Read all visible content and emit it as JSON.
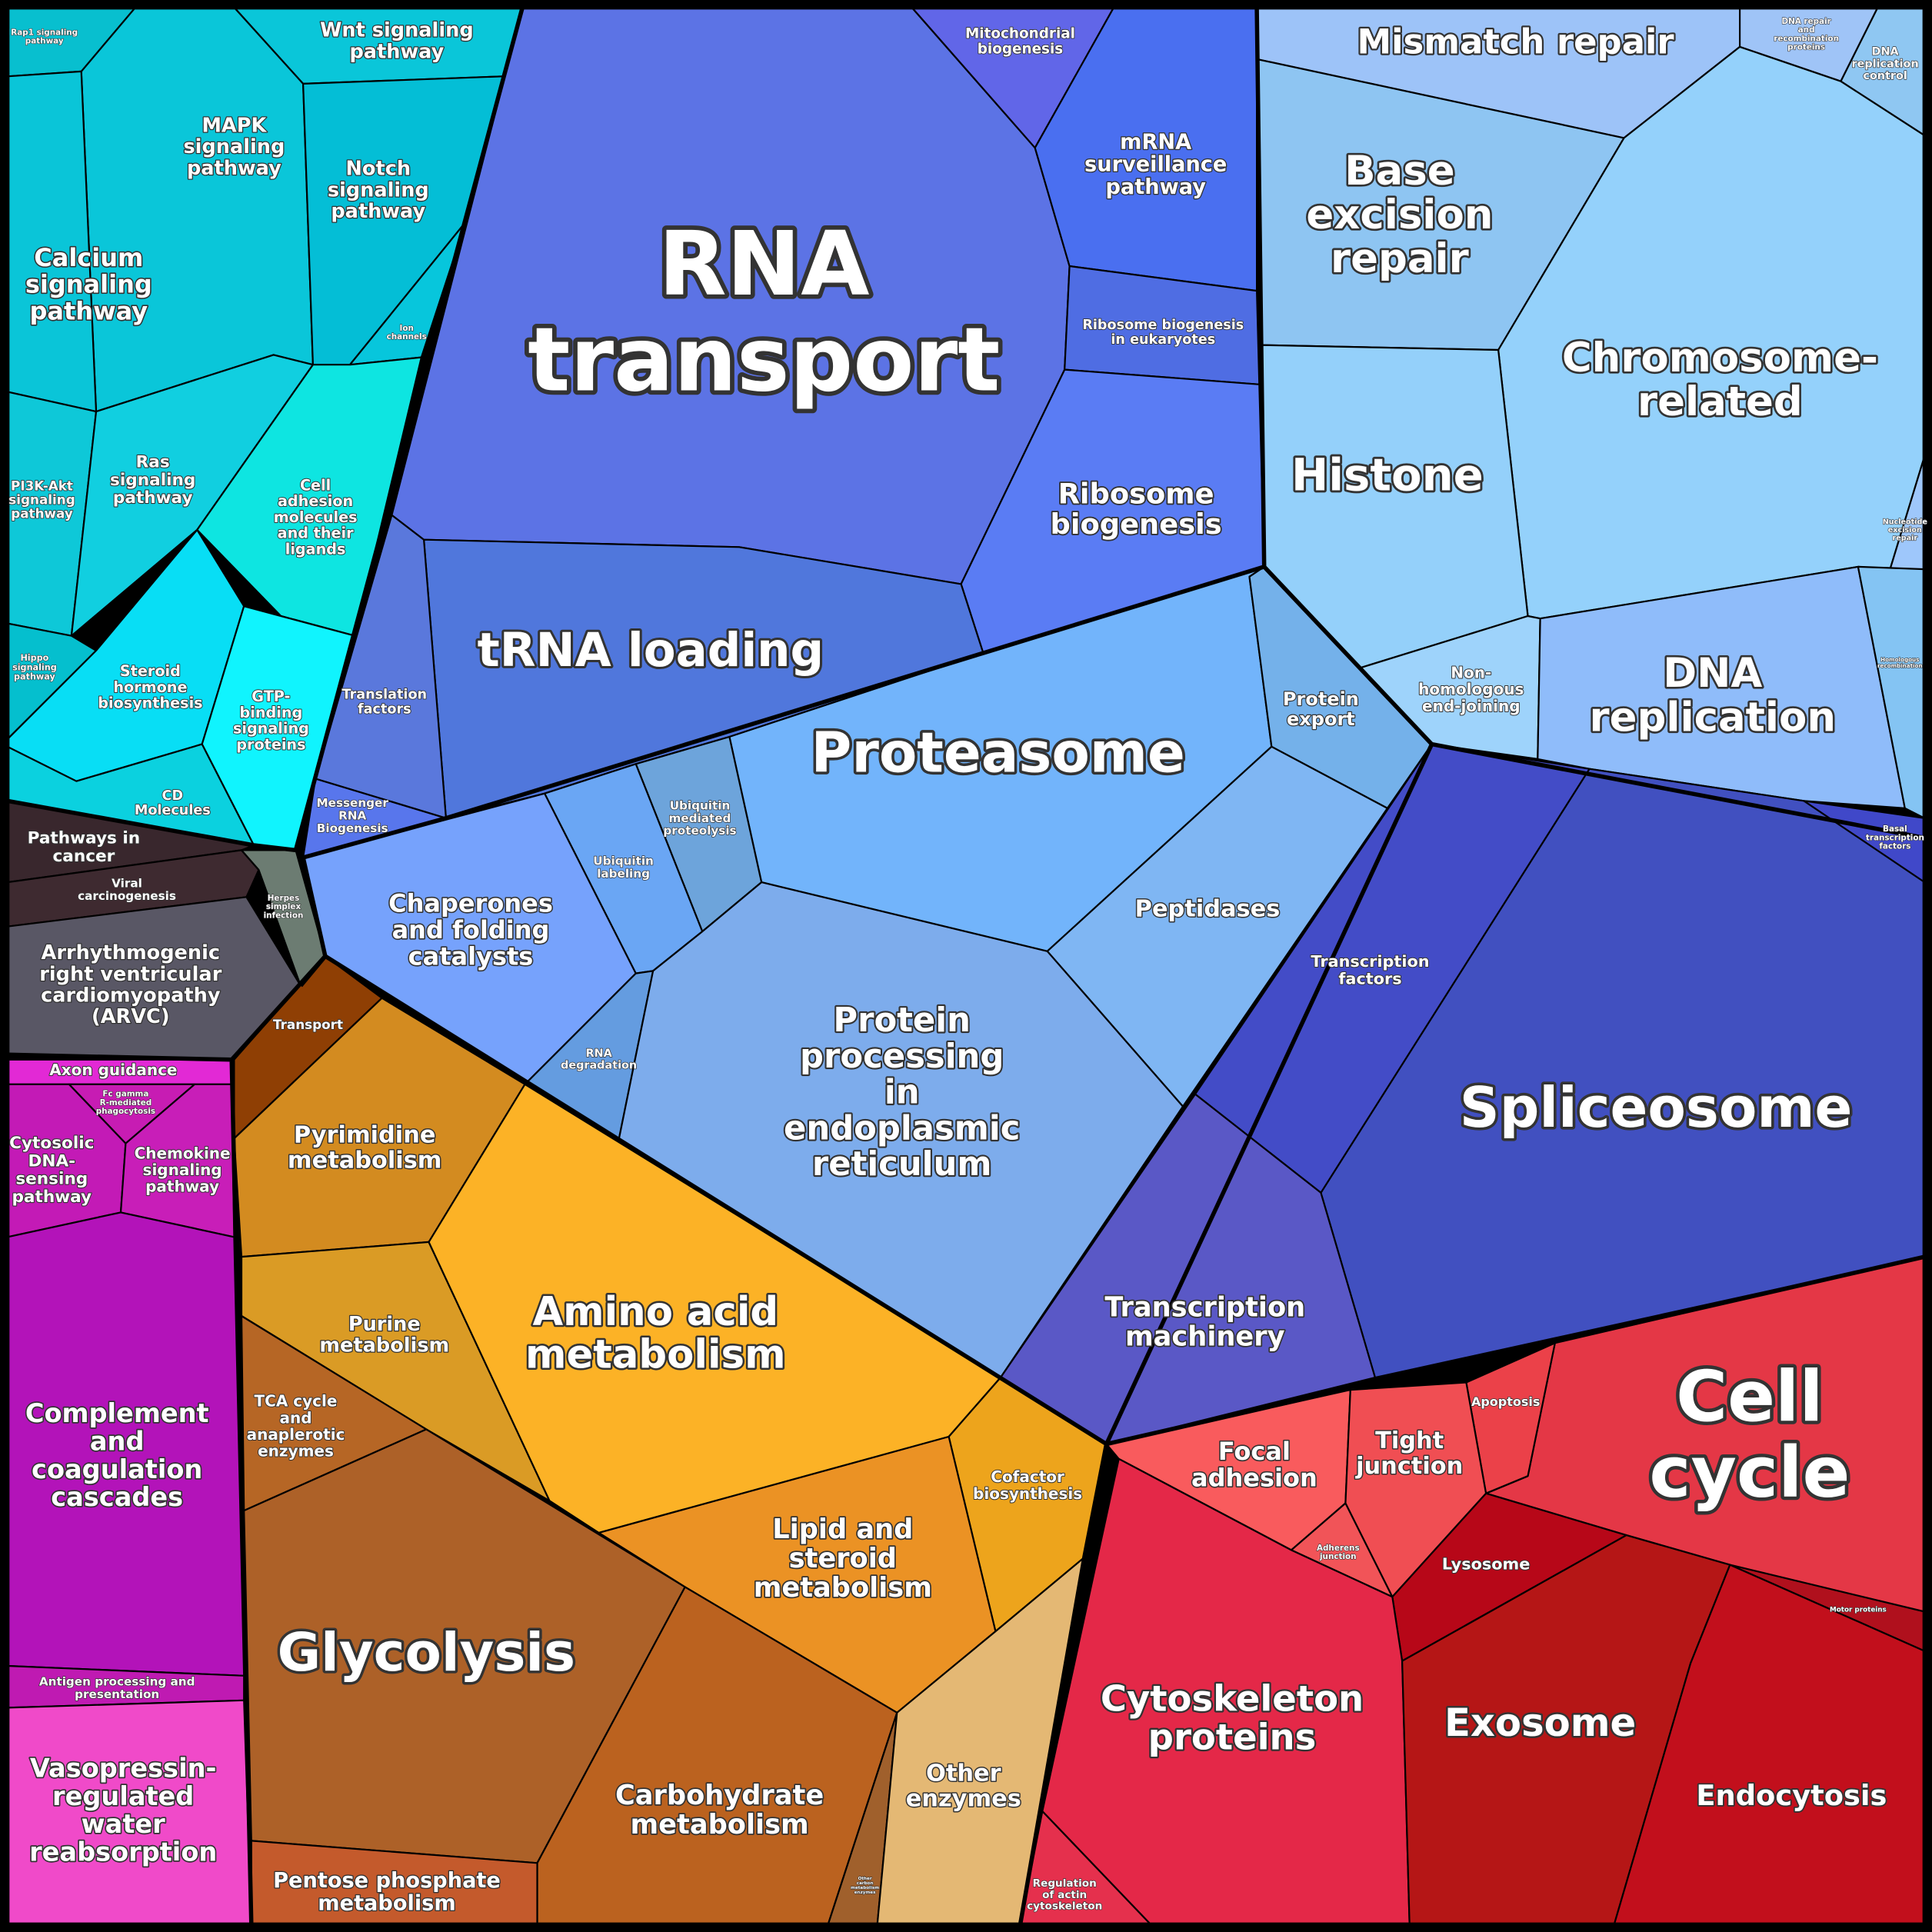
{
  "cells": [
    {
      "label": "Rap1 signaling pathway",
      "color": "#08bfcf"
    },
    {
      "label": "Wnt signaling pathway",
      "color": "#0ac6d9"
    },
    {
      "label": "MAPK signaling pathway",
      "color": "#0ac6d9"
    },
    {
      "label": "Notch signaling pathway",
      "color": "#04bed6"
    },
    {
      "label": "Calcium signaling pathway",
      "color": "#0ac5d8"
    },
    {
      "label": "Ion channels",
      "color": "#07c6dc"
    },
    {
      "label": "PI3K-Akt signaling pathway",
      "color": "#0ec8d8"
    },
    {
      "label": "Ras signaling pathway",
      "color": "#11cfe0"
    },
    {
      "label": "Cell adhesion molecules and their ligands",
      "color": "#0ee5e1"
    },
    {
      "label": "Hippo signaling pathway",
      "color": "#05bfce"
    },
    {
      "label": "Steroid hormone biosynthesis",
      "color": "#08def5"
    },
    {
      "label": "GTP-binding signaling proteins",
      "color": "#10f4fe"
    },
    {
      "label": "CD Molecules",
      "color": "#0bd1df"
    },
    {
      "label": "Pathways in cancer",
      "color": "#39272d"
    },
    {
      "label": "Viral carcinogenesis",
      "color": "#3e2a30"
    },
    {
      "label": "Herpes simplex infection",
      "color": "#6c7c72"
    },
    {
      "label": "Arrhythmogenic right ventricular cardiomyopathy (ARVC)",
      "color": "#595765"
    },
    {
      "label": "Axon guidance",
      "color": "#e229d5"
    },
    {
      "label": "Fc gamma R-mediated phagocytosis",
      "color": "#c71cb3"
    },
    {
      "label": "Cytosolic DNA-sensing pathway",
      "color": "#c31ab6"
    },
    {
      "label": "Chemokine signaling pathway",
      "color": "#c81eb8"
    },
    {
      "label": "Complement and coagulation cascades",
      "color": "#b313b9"
    },
    {
      "label": "Antigen processing and presentation",
      "color": "#bf1ab2"
    },
    {
      "label": "Vasopressin-regulated water reabsorption",
      "color": "#f04ac9"
    },
    {
      "label": "RNA transport",
      "color": "#5c73e5"
    },
    {
      "label": "Mitochondrial biogenesis",
      "color": "#6166e8"
    },
    {
      "label": "mRNA surveillance pathway",
      "color": "#4a6ff0"
    },
    {
      "label": "Ribosome biogenesis in eukaryotes",
      "color": "#4f6de3"
    },
    {
      "label": "Ribosome biogenesis",
      "color": "#5a7cf4"
    },
    {
      "label": "tRNA loading",
      "color": "#5077dc"
    },
    {
      "label": "Translation factors",
      "color": "#5a78dc"
    },
    {
      "label": "Messenger RNA Biogenesis",
      "color": "#5876ec"
    },
    {
      "label": "Mismatch repair",
      "color": "#9dc3f8"
    },
    {
      "label": "DNA repair and recombination proteins",
      "color": "#9fc4f7"
    },
    {
      "label": "DNA replication control",
      "color": "#8fc7f2"
    },
    {
      "label": "Base excision repair",
      "color": "#8ec5f2"
    },
    {
      "label": "Chromosome-related",
      "color": "#94d1fb"
    },
    {
      "label": "Histone",
      "color": "#94d0fa"
    },
    {
      "label": "Nucleotide excision repair",
      "color": "#9ec7fb"
    },
    {
      "label": "Non-homologous end-joining",
      "color": "#9ed3fb"
    },
    {
      "label": "DNA replication",
      "color": "#8fbcfa"
    },
    {
      "label": "Homologous recombination",
      "color": "#84c4f3"
    },
    {
      "label": "Proteasome",
      "color": "#72b4fb"
    },
    {
      "label": "Protein export",
      "color": "#74b1ea"
    },
    {
      "label": "Ubiquitin mediated proteolysis",
      "color": "#6da4db"
    },
    {
      "label": "Ubiquitin labeling",
      "color": "#6aa6f4"
    },
    {
      "label": "Chaperones and folding catalysts",
      "color": "#76a2fc"
    },
    {
      "label": "Peptidases",
      "color": "#7fb6f3"
    },
    {
      "label": "RNA degradation",
      "color": "#649ce0"
    },
    {
      "label": "Protein processing in endoplasmic reticulum",
      "color": "#7dacec"
    },
    {
      "label": "Spliceosome",
      "color": "#4150c0"
    },
    {
      "label": "Basal transcription factors",
      "color": "#4048c9"
    },
    {
      "label": "Transcription factors",
      "color": "#434cc7"
    },
    {
      "label": "Transcription machinery",
      "color": "#5a58c6"
    },
    {
      "label": "Transport",
      "color": "#8f3f04"
    },
    {
      "label": "Pyrimidine metabolism",
      "color": "#d38b20"
    },
    {
      "label": "Purine metabolism",
      "color": "#da9b25"
    },
    {
      "label": "Amino acid metabolism",
      "color": "#fcb226"
    },
    {
      "label": "TCA cycle and anaplerotic enzymes",
      "color": "#b66625"
    },
    {
      "label": "Glycolysis",
      "color": "#ad6128"
    },
    {
      "label": "Cofactor biosynthesis",
      "color": "#eda41c"
    },
    {
      "label": "Lipid and steroid metabolism",
      "color": "#eb9224"
    },
    {
      "label": "Carbohydrate metabolism",
      "color": "#bb621f"
    },
    {
      "label": "Other carbon metabolism enzymes",
      "color": "#a0602c"
    },
    {
      "label": "Other enzymes",
      "color": "#e4b874"
    },
    {
      "label": "Pentose phosphate metabolism",
      "color": "#c45a2c"
    },
    {
      "label": "Cell cycle",
      "color": "#e43746"
    },
    {
      "label": "Apoptosis",
      "color": "#eb4149"
    },
    {
      "label": "Focal adhesion",
      "color": "#f95b5d"
    },
    {
      "label": "Tight junction",
      "color": "#f04e53"
    },
    {
      "label": "Adherens junction",
      "color": "#f15458"
    },
    {
      "label": "Lysosome",
      "color": "#b70718"
    },
    {
      "label": "Motor proteins",
      "color": "#b0101d"
    },
    {
      "label": "Cytoskeleton proteins",
      "color": "#e42848"
    },
    {
      "label": "Exosome",
      "color": "#b51616"
    },
    {
      "label": "Endocytosis",
      "color": "#c20f1c"
    },
    {
      "label": "Regulation of actin cytoskeleton",
      "color": "#e5304d"
    }
  ],
  "outline_color": "#000000"
}
